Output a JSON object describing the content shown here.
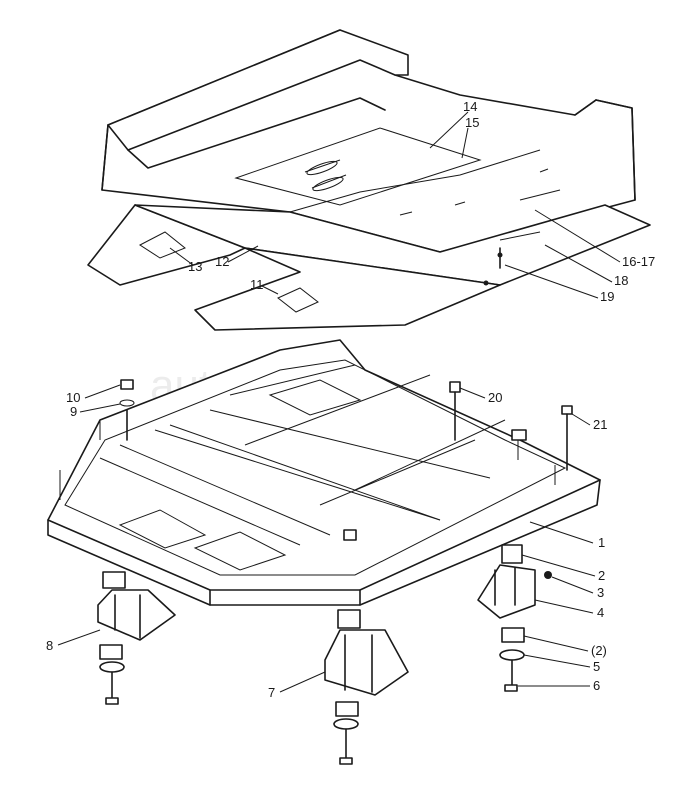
{
  "watermark": "autopiter.ru",
  "callouts": [
    {
      "id": "c14",
      "text": "14"
    },
    {
      "id": "c15",
      "text": "15"
    },
    {
      "id": "c16",
      "text": "16-17"
    },
    {
      "id": "c18",
      "text": "18"
    },
    {
      "id": "c19",
      "text": "19"
    },
    {
      "id": "c13",
      "text": "13"
    },
    {
      "id": "c12",
      "text": "12"
    },
    {
      "id": "c11",
      "text": "11"
    },
    {
      "id": "c10",
      "text": "10"
    },
    {
      "id": "c9",
      "text": "9"
    },
    {
      "id": "c20",
      "text": "20"
    },
    {
      "id": "c21",
      "text": "21"
    },
    {
      "id": "c1",
      "text": "1"
    },
    {
      "id": "c2",
      "text": "2"
    },
    {
      "id": "c3",
      "text": "3"
    },
    {
      "id": "c4",
      "text": "4"
    },
    {
      "id": "c2b",
      "text": "(2)"
    },
    {
      "id": "c5",
      "text": "5"
    },
    {
      "id": "c6",
      "text": "6"
    },
    {
      "id": "c8",
      "text": "8"
    },
    {
      "id": "c7",
      "text": "7"
    }
  ]
}
